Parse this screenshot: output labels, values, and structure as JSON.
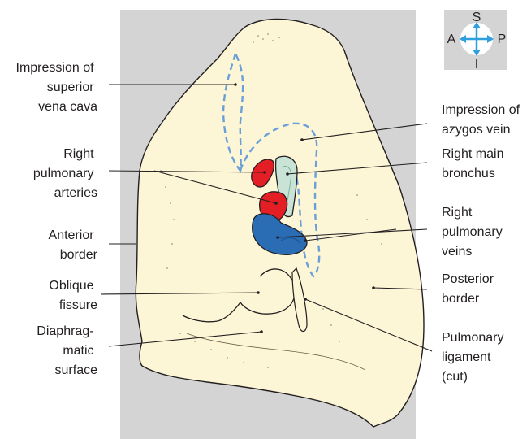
{
  "labels": {
    "svc": [
      "Impression of",
      "superior",
      "vena cava"
    ],
    "right_pulmonary_arteries": [
      "Right",
      "pulmonary",
      "arteries"
    ],
    "anterior_border": [
      "Anterior",
      "border"
    ],
    "oblique_fissure": [
      "Oblique",
      "fissure"
    ],
    "diaphragmatic_surface": [
      "Diaphrag-",
      "matic",
      "surface"
    ],
    "azygos": [
      "Impression of",
      "azygos vein"
    ],
    "right_main_bronchus": [
      "Right main",
      "bronchus"
    ],
    "right_pulmonary_veins": [
      "Right",
      "pulmonary",
      "veins"
    ],
    "posterior_border": [
      "Posterior",
      "border"
    ],
    "pulmonary_ligament": [
      "Pulmonary",
      "ligament",
      "(cut)"
    ]
  },
  "compass": {
    "superior": "S",
    "inferior": "I",
    "anterior": "A",
    "posterior": "P"
  },
  "colors": {
    "background_panel": "#d4d4d4",
    "lung": "#fdf6d6",
    "artery": "#e31e24",
    "vein": "#2a6db4",
    "bronchus": "#c9e4d6",
    "impression_outline": "#6a9fd8",
    "compass_arrow": "#2f9fde"
  }
}
